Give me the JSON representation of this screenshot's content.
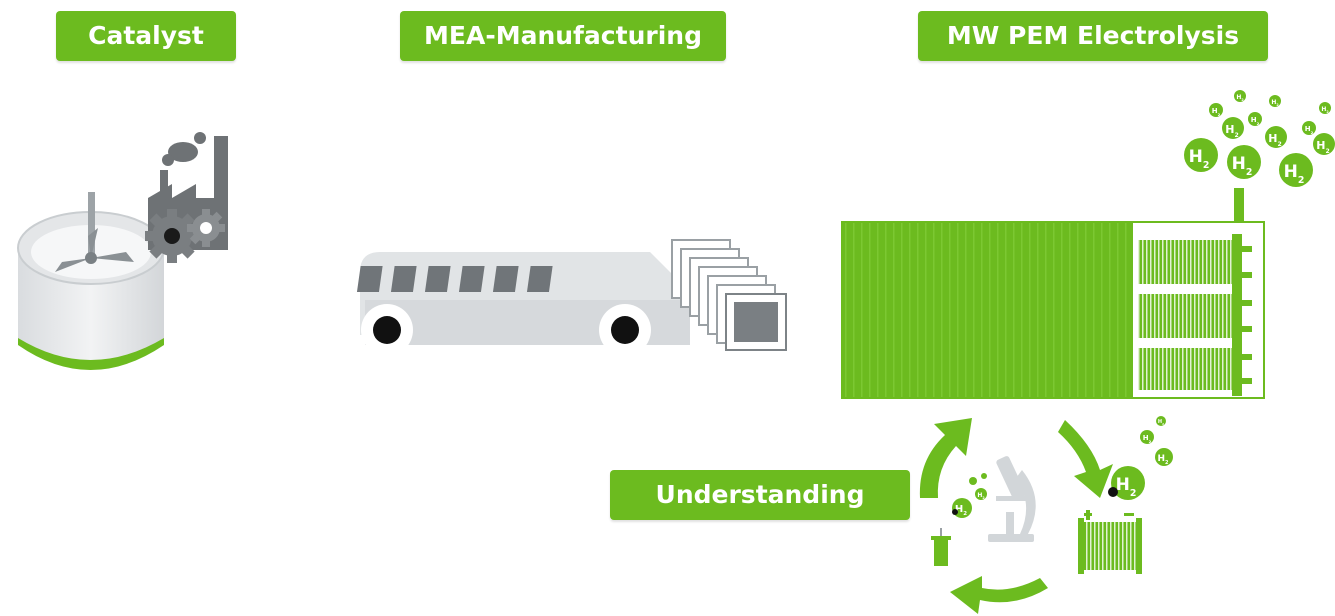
{
  "labels": {
    "catalyst": "Catalyst",
    "mea": "MEA-Manufacturing",
    "pem": "MW PEM Electrolysis",
    "understanding": "Understanding"
  },
  "molecule_text": "H",
  "molecule_sub": "2",
  "colors": {
    "green": "#6cbb1f",
    "dark_gray": "#6e7275",
    "light_gray": "#e6e8ea"
  },
  "icons": [
    "reactor-tank-icon",
    "factory-gears-icon",
    "conveyor-belt-icon",
    "mea-stack-icon",
    "electrolyser-container-icon",
    "hydrogen-bubble-icon",
    "microscope-icon",
    "battery-icon",
    "cycle-arrow-icon"
  ]
}
